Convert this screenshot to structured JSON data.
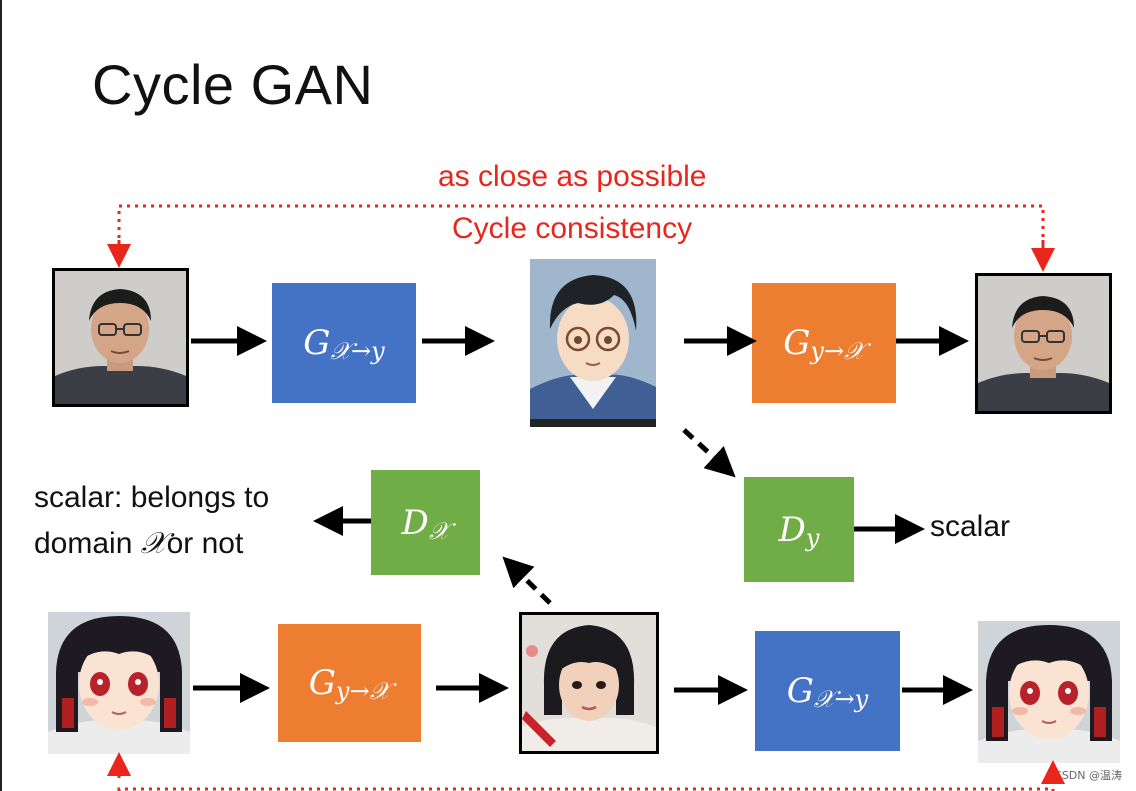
{
  "title": "Cycle GAN",
  "labels": {
    "top_close": "as close as possible",
    "top_cycle": "Cycle consistency",
    "scalar_left_line1": "scalar: belongs to",
    "scalar_left_line2_a": "domain",
    "scalar_left_line2_b": "or not",
    "scalar_right": "scalar"
  },
  "blocks": {
    "g_x_to_y_top": {
      "main": "G",
      "sub": "𝒳→𝑦"
    },
    "g_y_to_x_top": {
      "main": "G",
      "sub": "𝑦→𝒳"
    },
    "d_x": {
      "main": "D",
      "sub": "𝒳"
    },
    "d_y": {
      "main": "D",
      "sub": "𝑦"
    },
    "g_y_to_x_bottom": {
      "main": "G",
      "sub": "𝑦→𝒳"
    },
    "g_x_to_y_bottom": {
      "main": "G",
      "sub": "𝒳→𝑦"
    }
  },
  "domain_symbol": "𝒳",
  "watermark": "CSDN @温涛",
  "colors": {
    "red": "#e8261b",
    "blue": "#4472c4",
    "orange": "#ed7d31",
    "green": "#70ad47"
  }
}
